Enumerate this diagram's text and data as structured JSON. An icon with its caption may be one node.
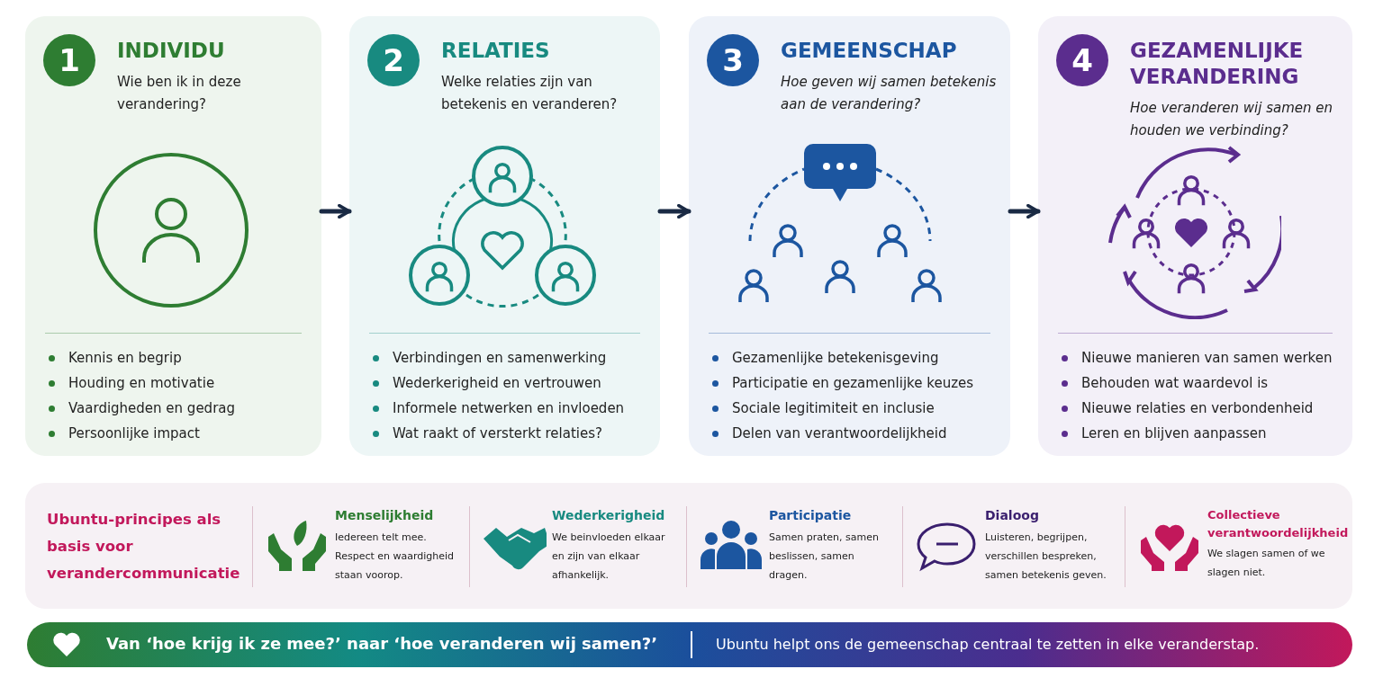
{
  "diagram": {
    "nodes": [
      {
        "text": [
          "INDIVIDU",
          "Wie ben ik in deze verandering?",
          "Kennis en begrip",
          "Houding en motivatie",
          "Vaardigheden en gedrag",
          "Persoonlijke impact"
        ]
      },
      {
        "text": [
          "1"
        ],
        "in": 0
      },
      {
        "text": [
          "RELATIES",
          "Welke relaties zijn van betekenis en veranderen?",
          "Verbindingen en samenwerking",
          "Wederkerigheid en vertrouwen",
          "Informele netwerken en invloeden",
          "Wat raakt of versterkt relaties?"
        ]
      },
      {
        "text": [
          "2"
        ],
        "in": 2
      },
      {
        "text": [
          "GEMEENSCHAP",
          "Hoe geven wij samen betekenis aan de verandering?",
          "Gezamenlijke betekenisgeving",
          "Participatie en gezamenlijke keuzes",
          "Sociale legitimiteit en inclusie",
          "Delen van verantwoordelijkheid"
        ]
      },
      {
        "text": [
          "3"
        ],
        "in": 4
      },
      {
        "text": [
          "GEZAMENLIJKE VERANDERING",
          "Hoe veranderen wij samen en houden we verbinding?",
          "Nieuwe manieren van samen werken",
          "Behouden wat waardevol is",
          "Nieuwe relaties en verbondenheid",
          "Leren en blijven aanpassen"
        ]
      },
      {
        "text": [
          "4"
        ],
        "in": 6
      },
      {
        "text": [
          "Ubuntu-principes als basis voor verandercommunicatie",
          "Menselijkheid",
          "Iedereen telt mee. Respect en waardigheid staan voorop.",
          "Wederkerigheid",
          "We beinvloeden elkaar en zijn van elkaar afhankelijk.",
          "Participatie",
          "Samen praten, samen beslissen, samen dragen.",
          "Dialoog",
          "Luisteren, begrijpen, verschillen bespreken, samen betekenis geven.",
          "Collectieve verantwoordelijkheid",
          "We slagen samen of we slagen niet."
        ]
      },
      {
        "text": [
          "Van ‘hoe krijg ik ze mee?’ naar ‘hoe veranderen wij samen?’",
          "Ubuntu helpt ons de gemeenschap centraal te zetten in elke veranderstap."
        ]
      }
    ],
    "edges": [
      {
        "from": 0,
        "to": 2,
        "arrow": "to"
      },
      {
        "from": 2,
        "to": 4,
        "arrow": "to"
      },
      {
        "from": 4,
        "to": 6,
        "arrow": "to"
      }
    ]
  }
}
